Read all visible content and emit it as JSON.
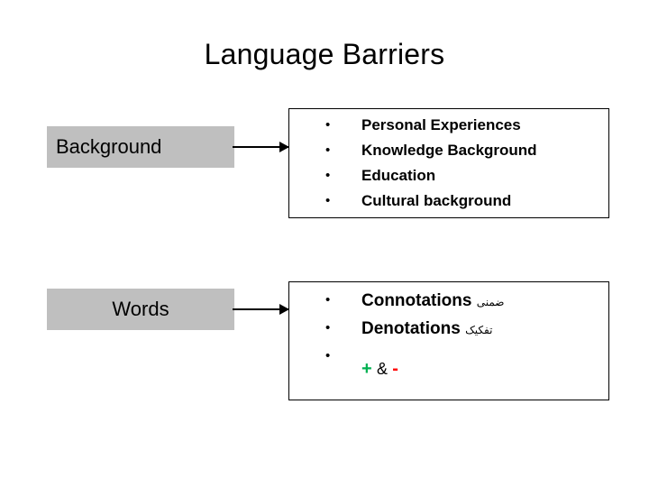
{
  "slide": {
    "title": "Language Barriers",
    "left_boxes": [
      {
        "label": "Background"
      },
      {
        "label": "Words"
      }
    ],
    "bullet_char": "•",
    "top_box": {
      "items": [
        "Personal Experiences",
        "Knowledge Background",
        "Education",
        "Cultural background"
      ]
    },
    "bottom_box": {
      "items": [
        {
          "text": "Connotations",
          "annotation": "ضمنی"
        },
        {
          "text": "Denotations",
          "annotation": "تفکیک"
        }
      ],
      "symbols": {
        "plus": "+",
        "ampersand": "&",
        "minus": "-"
      }
    },
    "colors": {
      "grey_box": "#bfbfbf",
      "plus": "#00b050",
      "minus": "#ff0000",
      "text": "#000000",
      "background": "#ffffff"
    }
  }
}
